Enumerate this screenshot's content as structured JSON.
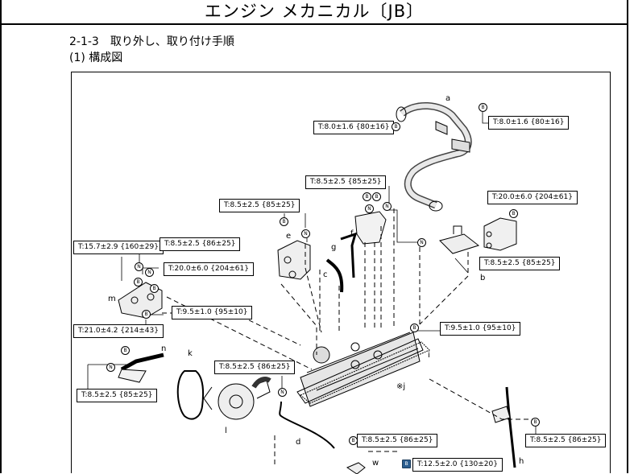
{
  "header": {
    "title": "エンジン メカニカル〔JB〕"
  },
  "section": {
    "heading": "2-1-3　取り外し、取り付け手順",
    "subheading": "(1)  構成図"
  },
  "diagram": {
    "torque_labels": [
      "T:8.0±1.6 {80±16}",
      "T:8.0±1.6 {80±16}",
      "T:8.5±2.5 {85±25}",
      "T:8.5±2.5 {85±25}",
      "T:20.0±6.0 {204±61}",
      "T:15.7±2.9 {160±29}",
      "T:8.5±2.5 {86±25}",
      "T:20.0±6.0 {204±61}",
      "T:8.5±2.5 {85±25}",
      "T:9.5±1.0 {95±10}",
      "T:21.0±4.2 {214±43}",
      "T:9.5±1.0 {95±10}",
      "T:8.5±2.5 {86±25}",
      "T:8.5±2.5 {85±25}",
      "T:8.5±2.5 {86±25}",
      "T:8.5±2.5 {86±25}",
      "T:12.5±2.0 {130±20}"
    ],
    "part_letters": [
      "a",
      "b",
      "c",
      "d",
      "e",
      "f",
      "g",
      "h",
      "i",
      "※j",
      "k",
      "l",
      "m",
      "n",
      "w"
    ],
    "mark_symbols": {
      "b": "B",
      "n": "N"
    }
  }
}
